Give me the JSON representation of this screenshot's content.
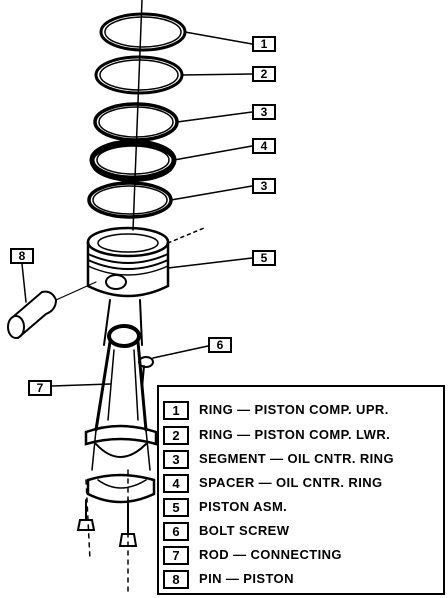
{
  "callouts": [
    {
      "id": "1"
    },
    {
      "id": "2"
    },
    {
      "id": "3"
    },
    {
      "id": "4"
    },
    {
      "id": "3"
    },
    {
      "id": "8"
    },
    {
      "id": "5"
    },
    {
      "id": "6"
    },
    {
      "id": "7"
    }
  ],
  "legend": [
    {
      "num": "1",
      "text": "RING — PISTON COMP. UPR."
    },
    {
      "num": "2",
      "text": "RING — PISTON COMP. LWR."
    },
    {
      "num": "3",
      "text": "SEGMENT — OIL CNTR. RING"
    },
    {
      "num": "4",
      "text": "SPACER — OIL CNTR. RING"
    },
    {
      "num": "5",
      "text": "PISTON ASM."
    },
    {
      "num": "6",
      "text": "BOLT SCREW"
    },
    {
      "num": "7",
      "text": "ROD — CONNECTING"
    },
    {
      "num": "8",
      "text": "PIN — PISTON"
    }
  ]
}
